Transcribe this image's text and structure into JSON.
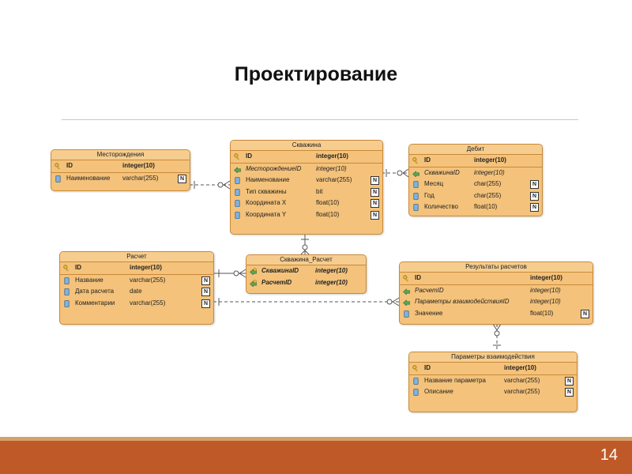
{
  "slide": {
    "title": "Проектирование",
    "page_number": "14"
  },
  "entities": {
    "mestorozhdeniya": {
      "name": "Месторождения",
      "columns": [
        {
          "name": "ID",
          "type": "integer(10)",
          "kind": "pk"
        },
        {
          "name": "Наименование",
          "type": "varchar(255)",
          "kind": "col",
          "nullable": "N"
        }
      ]
    },
    "skvazhina": {
      "name": "Скважина",
      "columns": [
        {
          "name": "ID",
          "type": "integer(10)",
          "kind": "pk"
        },
        {
          "name": "МесторождениеID",
          "type": "integer(10)",
          "kind": "fk"
        },
        {
          "name": "Наименование",
          "type": "varchar(255)",
          "kind": "col",
          "nullable": "N"
        },
        {
          "name": "Тип скважины",
          "type": "bit",
          "kind": "col",
          "nullable": "N"
        },
        {
          "name": "Координата X",
          "type": "float(10)",
          "kind": "col",
          "nullable": "N"
        },
        {
          "name": "Координата Y",
          "type": "float(10)",
          "kind": "col",
          "nullable": "N"
        }
      ]
    },
    "debit": {
      "name": "Дебит",
      "columns": [
        {
          "name": "ID",
          "type": "integer(10)",
          "kind": "pk"
        },
        {
          "name": "СкважинаID",
          "type": "integer(10)",
          "kind": "fk"
        },
        {
          "name": "Месяц",
          "type": "char(255)",
          "kind": "col",
          "nullable": "N"
        },
        {
          "name": "Год",
          "type": "char(255)",
          "kind": "col",
          "nullable": "N"
        },
        {
          "name": "Количество",
          "type": "float(10)",
          "kind": "col",
          "nullable": "N"
        }
      ]
    },
    "raschet": {
      "name": "Расчет",
      "columns": [
        {
          "name": "ID",
          "type": "integer(10)",
          "kind": "pk"
        },
        {
          "name": "Название",
          "type": "varchar(255)",
          "kind": "col",
          "nullable": "N"
        },
        {
          "name": "Дата расчета",
          "type": "date",
          "kind": "col",
          "nullable": "N"
        },
        {
          "name": "Комментарии",
          "type": "varchar(255)",
          "kind": "col",
          "nullable": "N"
        }
      ]
    },
    "skvazhina_raschet": {
      "name": "Скважина_Расчет",
      "columns": [
        {
          "name": "СкважинаID",
          "type": "integer(10)",
          "kind": "pkfk"
        },
        {
          "name": "РасчетID",
          "type": "integer(10)",
          "kind": "pkfk"
        }
      ]
    },
    "rezultaty": {
      "name": "Результаты расчетов",
      "columns": [
        {
          "name": "ID",
          "type": "integer(10)",
          "kind": "pk"
        },
        {
          "name": "РасчетID",
          "type": "integer(10)",
          "kind": "fk"
        },
        {
          "name": "Параметры взаимодействияID",
          "type": "integer(10)",
          "kind": "fk"
        },
        {
          "name": "Значение",
          "type": "float(10)",
          "kind": "col",
          "nullable": "N"
        }
      ]
    },
    "parametry": {
      "name": "Параметры взаимодействия",
      "columns": [
        {
          "name": "ID",
          "type": "integer(10)",
          "kind": "pk"
        },
        {
          "name": "Название параметра",
          "type": "varchar(255)",
          "kind": "col",
          "nullable": "N"
        },
        {
          "name": "Описание",
          "type": "varchar(255)",
          "kind": "col",
          "nullable": "N"
        }
      ]
    }
  },
  "colors": {
    "entity_fill": "#f4c27a",
    "entity_border": "#c98a3a",
    "footer": "#bf5a28"
  }
}
